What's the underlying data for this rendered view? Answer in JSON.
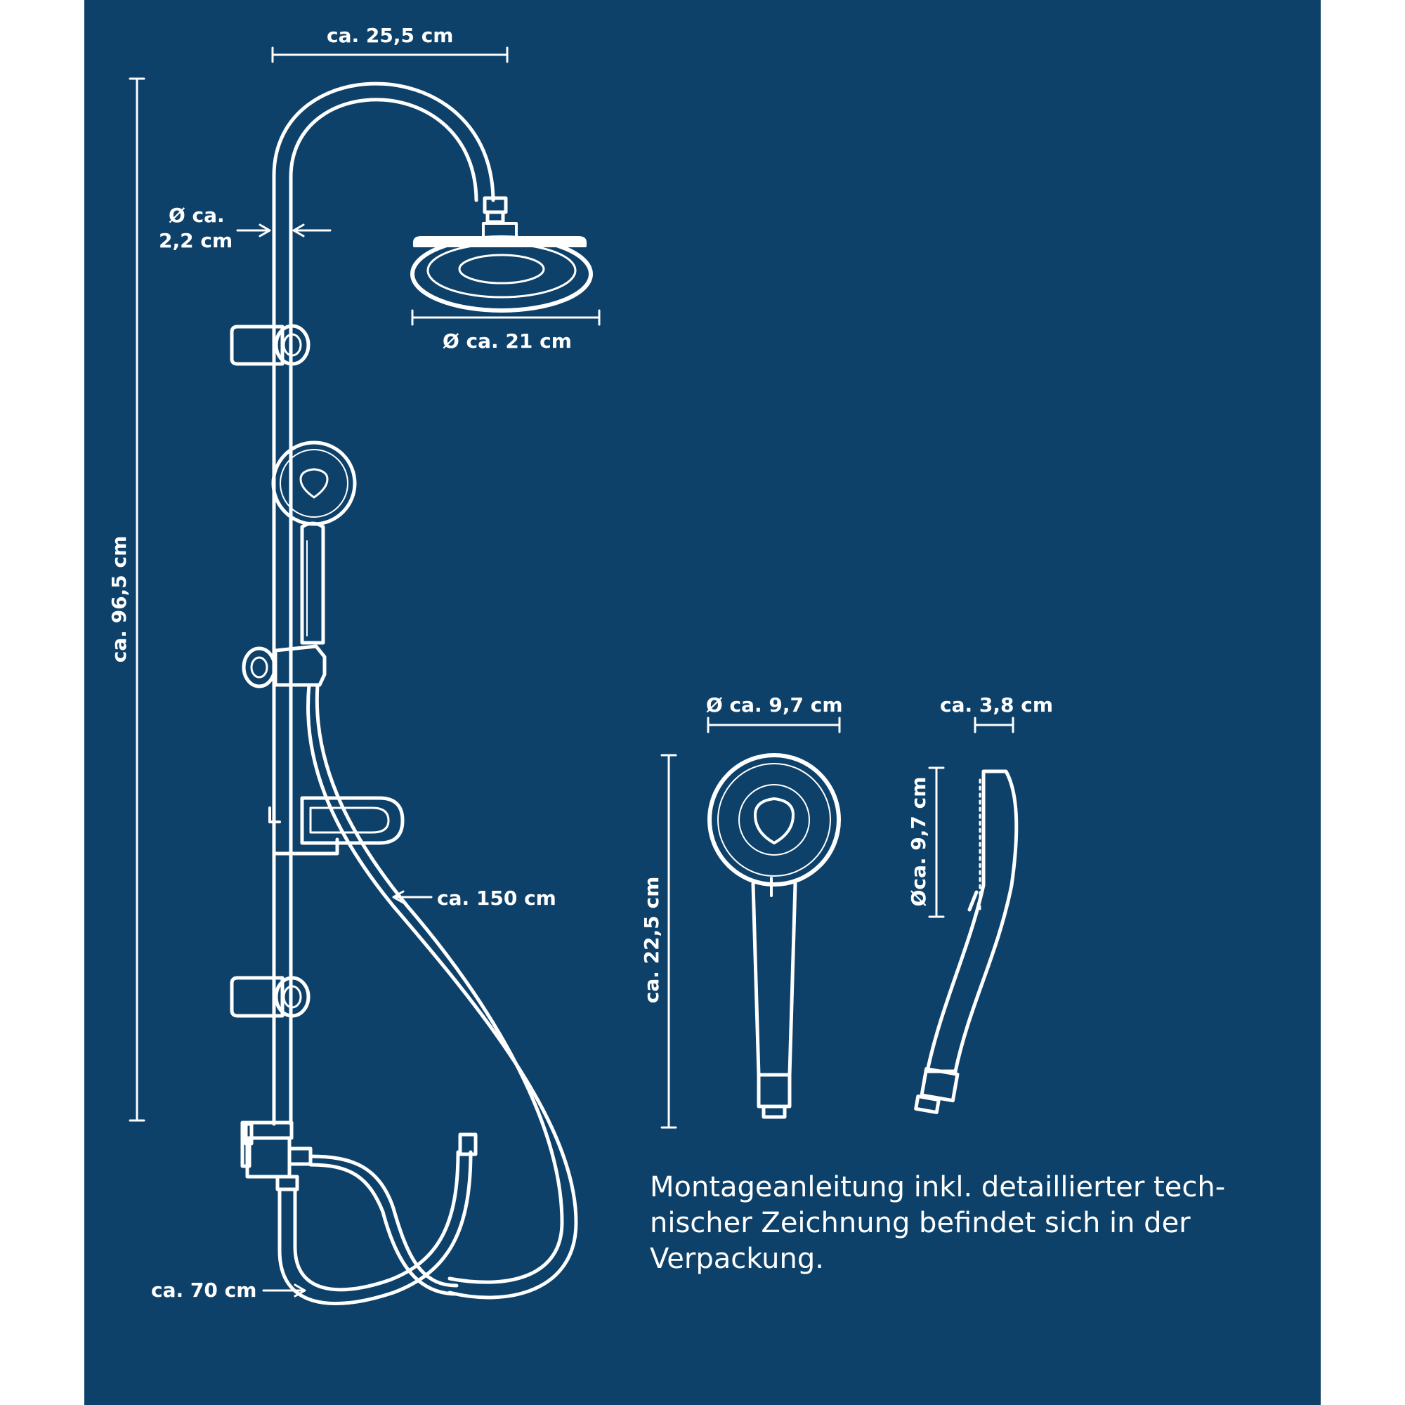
{
  "colors": {
    "background": "#0e4169",
    "line": "#ffffff"
  },
  "labels": {
    "arm_width": "ca. 25,5 cm",
    "pipe_diameter_line1": "Ø ca.",
    "pipe_diameter_line2": "2,2 cm",
    "head_diameter": "Ø ca. 21 cm",
    "total_height": "ca. 96,5 cm",
    "hose_length": "ca.  150 cm",
    "inlet_hose_length": "ca.  70 cm",
    "hand_head_diameter": "Ø ca. 9,7 cm",
    "hand_thickness": "ca. 3,8 cm",
    "hand_length": "ca. 22,5 cm",
    "hand_side_diameter": "Øca. 9,7 cm"
  },
  "note": {
    "line1": "Montageanleitung inkl. detaillierter tech-",
    "line2": "nischer Zeichnung befindet sich in der",
    "line3": "Verpackung."
  }
}
